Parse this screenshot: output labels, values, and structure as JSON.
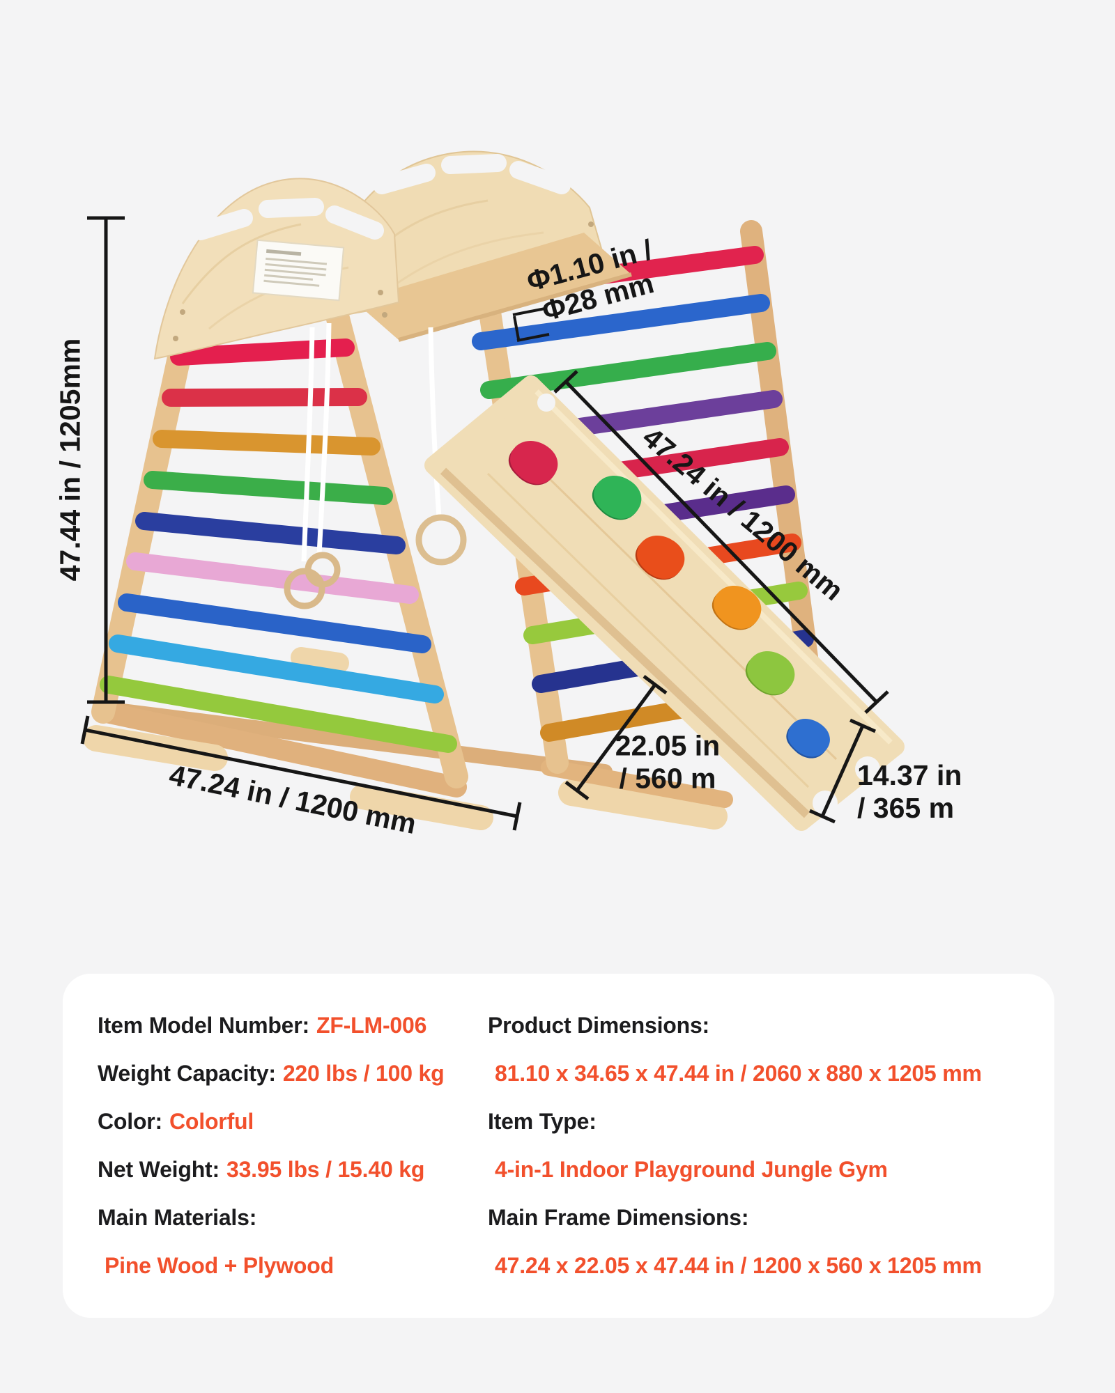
{
  "page": {
    "background": "#F4F4F5",
    "panel_background": "#FFFFFF",
    "accent_orange": "#F2502C",
    "text_black": "#1C1C1E",
    "dimension_line_color": "#161616"
  },
  "dimensions": {
    "height": "47.44 in / 1205mm",
    "front_width": "47.24 in / 1200 mm",
    "slide_length": "47.24 in / 1200 mm",
    "rung_diameter_line1": "Φ1.10 in /",
    "rung_diameter_line2": "Φ28 mm",
    "base_depth_line1": "22.05 in",
    "base_depth_line2": "/ 560 m",
    "slide_width_line1": "14.37 in",
    "slide_width_line2": "/ 365 m"
  },
  "specs": {
    "left": [
      {
        "label": "Item Model Number:",
        "value": "ZF-LM-006"
      },
      {
        "label": "Weight Capacity:",
        "value": "220 lbs / 100 kg"
      },
      {
        "label": "Color:",
        "value": "Colorful"
      },
      {
        "label": "Net Weight:",
        "value": "33.95 lbs / 15.40 kg"
      },
      {
        "label": "Main Materials:",
        "value": ""
      },
      {
        "label": "",
        "value": "Pine Wood + Plywood"
      }
    ],
    "right": [
      {
        "label": "Product Dimensions:",
        "value": ""
      },
      {
        "label": "",
        "value": "81.10 x 34.65 x 47.44 in / 2060 x 880 x 1205 mm"
      },
      {
        "label": "Item Type:",
        "value": ""
      },
      {
        "label": "",
        "value": "4-in-1 Indoor Playground Jungle Gym"
      },
      {
        "label": "Main Frame Dimensions:",
        "value": ""
      },
      {
        "label": "",
        "value": "47.24 x 22.05 x 47.44 in / 1200 x 560 x 1205 mm"
      }
    ]
  }
}
